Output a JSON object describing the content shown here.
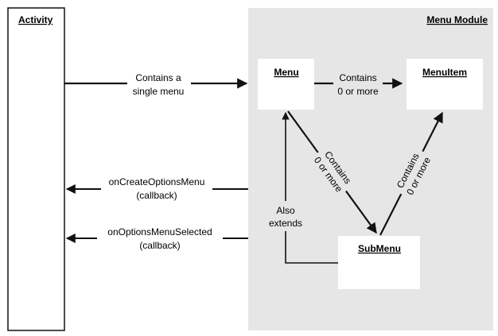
{
  "activity": {
    "title": "Activity"
  },
  "module": {
    "title": "Menu Module"
  },
  "nodes": {
    "menu": "Menu",
    "menu_item": "MenuItem",
    "sub_menu": "SubMenu"
  },
  "edges": {
    "activity_to_menu": [
      "Contains a",
      "single menu"
    ],
    "menu_to_menuitem": [
      "Contains",
      "0 or more"
    ],
    "menu_to_submenu": [
      "Contains",
      "0 or more"
    ],
    "submenu_to_menuitem": [
      "Contains",
      "0 or more"
    ],
    "submenu_extends_menu": [
      "Also",
      "extends"
    ],
    "create_options_callback": [
      "onCreateOptionsMenu",
      "(callback)"
    ],
    "options_selected_callback": [
      "onOptionsMenuSelected",
      "(callback)"
    ]
  },
  "colors": {
    "module_background": "#e6e6e6",
    "box_fill": "#ffffff",
    "stroke": "#111111"
  }
}
